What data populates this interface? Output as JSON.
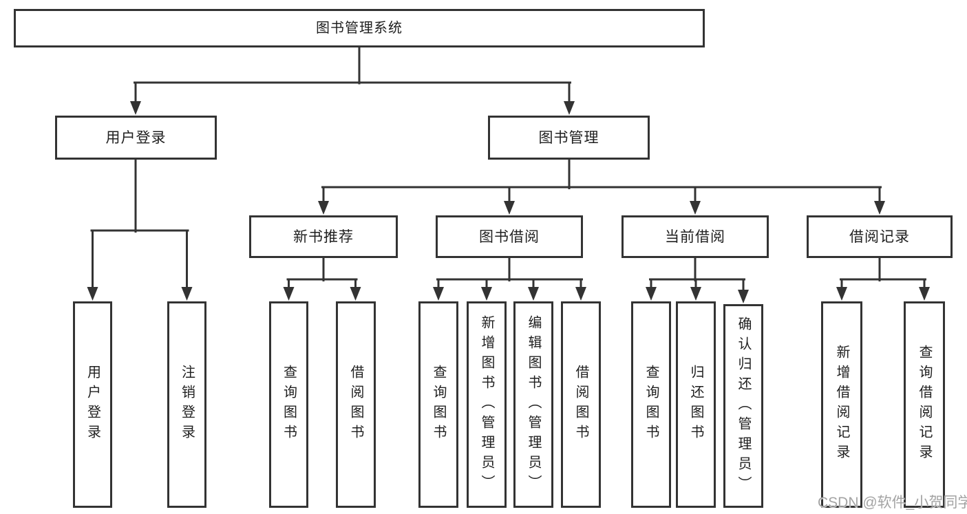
{
  "tree": {
    "root": {
      "label": "图书管理系统"
    },
    "level2": [
      {
        "label": "用户登录",
        "leaves": [
          "用户登录",
          "注销登录"
        ]
      },
      {
        "label": "图书管理"
      }
    ],
    "level3": [
      {
        "label": "新书推荐",
        "leaves": [
          "查询图书",
          "借阅图书"
        ]
      },
      {
        "label": "图书借阅",
        "leaves": [
          "查询图书",
          "新增图书（管理员）",
          "编辑图书（管理员）",
          "借阅图书"
        ]
      },
      {
        "label": "当前借阅",
        "leaves": [
          "查询图书",
          "归还图书",
          "确认归还（管理员）"
        ]
      },
      {
        "label": "借阅记录",
        "leaves": [
          "新增借阅记录",
          "查询借阅记录"
        ]
      }
    ]
  },
  "watermark": "CSDN @软件_小贺同学",
  "colors": {
    "line": "#333333",
    "text": "#1f1f1f",
    "watermark": "#a3a3a3",
    "background": "#ffffff"
  }
}
